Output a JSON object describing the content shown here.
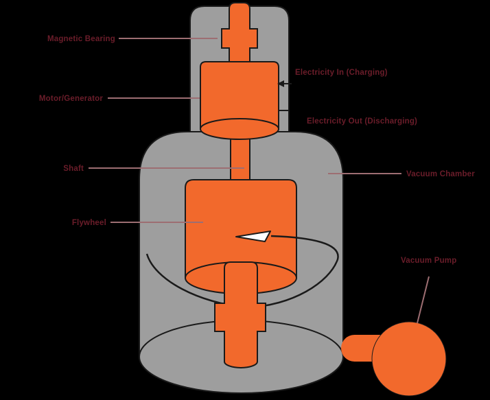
{
  "diagram": {
    "labels": {
      "magnetic_bearing": "Magnetic Bearing",
      "motor_generator": "Motor/Generator",
      "electricity_in": "Electricity In (Charging)",
      "electricity_out": "Electricity Out (Discharging)",
      "shaft": "Shaft",
      "vacuum_chamber": "Vacuum Chamber",
      "flywheel": "Flywheel",
      "vacuum_pump": "Vacuum Pump"
    }
  },
  "colors": {
    "component_orange": "#F2692C",
    "chamber_gray": "#9E9E9E",
    "outline_black": "#1A1A1A",
    "label_maroon": "#6B1D2A",
    "leader_line": "#9D6E72",
    "background": "#000000"
  }
}
